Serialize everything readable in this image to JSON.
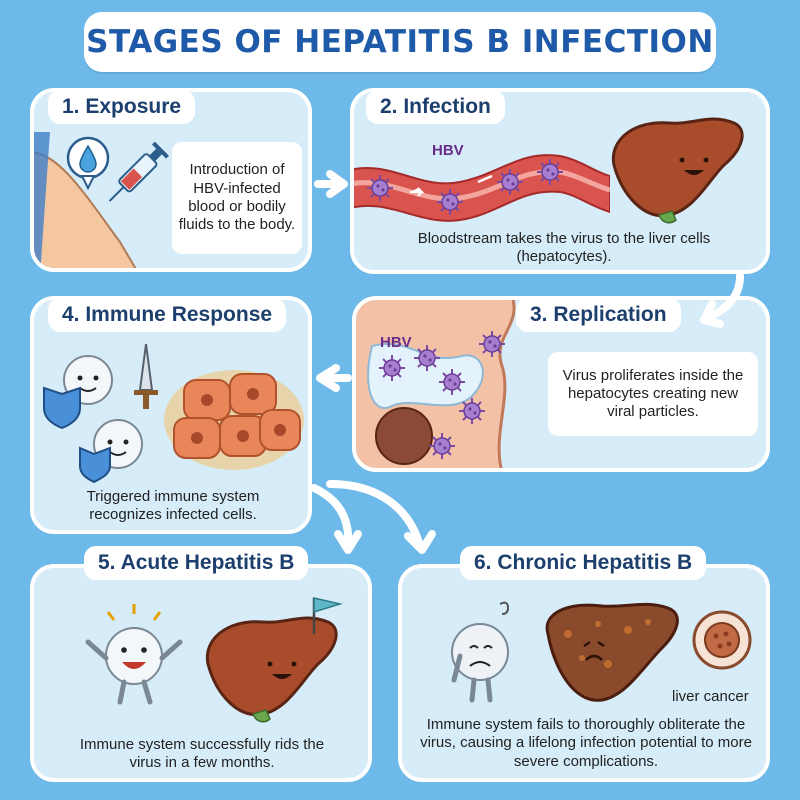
{
  "title": "STAGES OF HEPATITIS B INFECTION",
  "stages": [
    {
      "label": "1. Exposure",
      "description": "Introduction of HBV-infected blood or bodily fluids to the body."
    },
    {
      "label": "2. Infection",
      "description": "Bloodstream takes the virus to the liver cells (hepatocytes).",
      "virus_label": "HBV"
    },
    {
      "label": "3. Replication",
      "description": "Virus proliferates inside the hepatocytes creating new viral particles.",
      "virus_label": "HBV"
    },
    {
      "label": "4. Immune Response",
      "description": "Triggered immune system recognizes infected cells."
    },
    {
      "label": "5. Acute Hepatitis B",
      "description": "Immune system successfully rids the virus in a few months."
    },
    {
      "label": "6. Chronic Hepatitis B",
      "description": "Immune system fails to thoroughly obliterate the virus, causing a lifelong infection potential to more severe complications.",
      "extra_label": "liver cancer"
    }
  ],
  "colors": {
    "background": "#6db9ea",
    "panel": "#d6ecf9",
    "title": "#1e5aa8",
    "liver": "#a24a2e",
    "virus": "#9b6bc4",
    "blood": "#d9534f"
  },
  "icons": [
    "droplet-icon",
    "syringe-icon",
    "arm-icon",
    "blood-vessel-icon",
    "virus-icon",
    "liver-icon",
    "hepatocyte-icon",
    "immune-cell-icon",
    "shield-icon",
    "sword-icon",
    "infected-cells-icon",
    "flag-icon",
    "sad-immune-cell-icon",
    "diseased-liver-icon",
    "cancer-cell-icon",
    "flow-arrow-icon"
  ]
}
